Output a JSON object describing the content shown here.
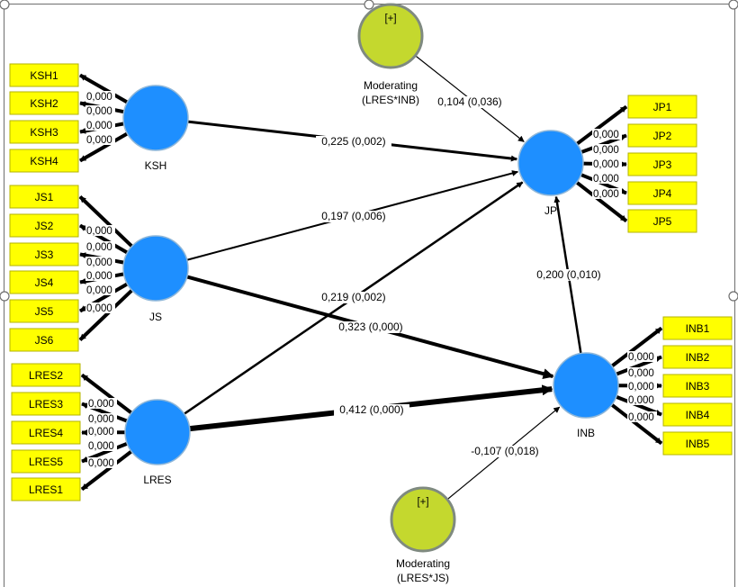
{
  "colors": {
    "latent_fill": "#1e8fff",
    "latent_stroke": "#8fb7d9",
    "moderator_fill": "#c4d82e",
    "moderator_stroke": "#7f8a80",
    "indicator_fill": "#ffff00",
    "indicator_stroke": "#b3b300",
    "line": "#000000"
  },
  "constructs": {
    "KSH": {
      "label": "KSH"
    },
    "JS": {
      "label": "JS"
    },
    "LRES": {
      "label": "LRES"
    },
    "JP": {
      "label": "JP"
    },
    "INB": {
      "label": "INB"
    }
  },
  "moderators": [
    {
      "id": "mod_inb",
      "symbol": "[+]",
      "label_line1": "Moderating",
      "label_line2": "(LRES*INB)",
      "target": "JP",
      "path_label": "0,104 (0,036)"
    },
    {
      "id": "mod_js",
      "symbol": "[+]",
      "label_line1": "Moderating",
      "label_line2": "(LRES*JS)",
      "target": "INB",
      "path_label": "-0,107 (0,018)"
    }
  ],
  "indicators": {
    "KSH": [
      {
        "name": "KSH1",
        "loading": "0,000"
      },
      {
        "name": "KSH2",
        "loading": "0,000"
      },
      {
        "name": "KSH3",
        "loading": "0,000"
      },
      {
        "name": "KSH4",
        "loading": "0,000"
      }
    ],
    "JS": [
      {
        "name": "JS1",
        "loading": "0,000"
      },
      {
        "name": "JS2",
        "loading": "0,000"
      },
      {
        "name": "JS3",
        "loading": "0,000"
      },
      {
        "name": "JS4",
        "loading": "0,000"
      },
      {
        "name": "JS5",
        "loading": "0,000"
      },
      {
        "name": "JS6",
        "loading": "0,000"
      }
    ],
    "LRES": [
      {
        "name": "LRES2",
        "loading": "0,000"
      },
      {
        "name": "LRES3",
        "loading": "0,000"
      },
      {
        "name": "LRES4",
        "loading": "0,000"
      },
      {
        "name": "LRES5",
        "loading": "0,000"
      },
      {
        "name": "LRES1",
        "loading": "0,000"
      }
    ],
    "JP": [
      {
        "name": "JP1",
        "loading": "0,000"
      },
      {
        "name": "JP2",
        "loading": "0,000"
      },
      {
        "name": "JP3",
        "loading": "0,000"
      },
      {
        "name": "JP4",
        "loading": "0,000"
      },
      {
        "name": "JP5",
        "loading": "0,000"
      }
    ],
    "INB": [
      {
        "name": "INB1",
        "loading": "0,000"
      },
      {
        "name": "INB2",
        "loading": "0,000"
      },
      {
        "name": "INB3",
        "loading": "0,000"
      },
      {
        "name": "INB4",
        "loading": "0,000"
      },
      {
        "name": "INB5",
        "loading": "0,000"
      }
    ]
  },
  "paths": [
    {
      "from": "KSH",
      "to": "JP",
      "label": "0,225 (0,002)"
    },
    {
      "from": "JS",
      "to": "JP",
      "label": "0,197 (0,006)"
    },
    {
      "from": "LRES",
      "to": "JP",
      "label": "0,219 (0,002)"
    },
    {
      "from": "JS",
      "to": "INB",
      "label": "0,323 (0,000)"
    },
    {
      "from": "LRES",
      "to": "INB",
      "label": "0,412 (0,000)"
    },
    {
      "from": "INB",
      "to": "JP",
      "label": "0,200 (0,010)"
    }
  ]
}
